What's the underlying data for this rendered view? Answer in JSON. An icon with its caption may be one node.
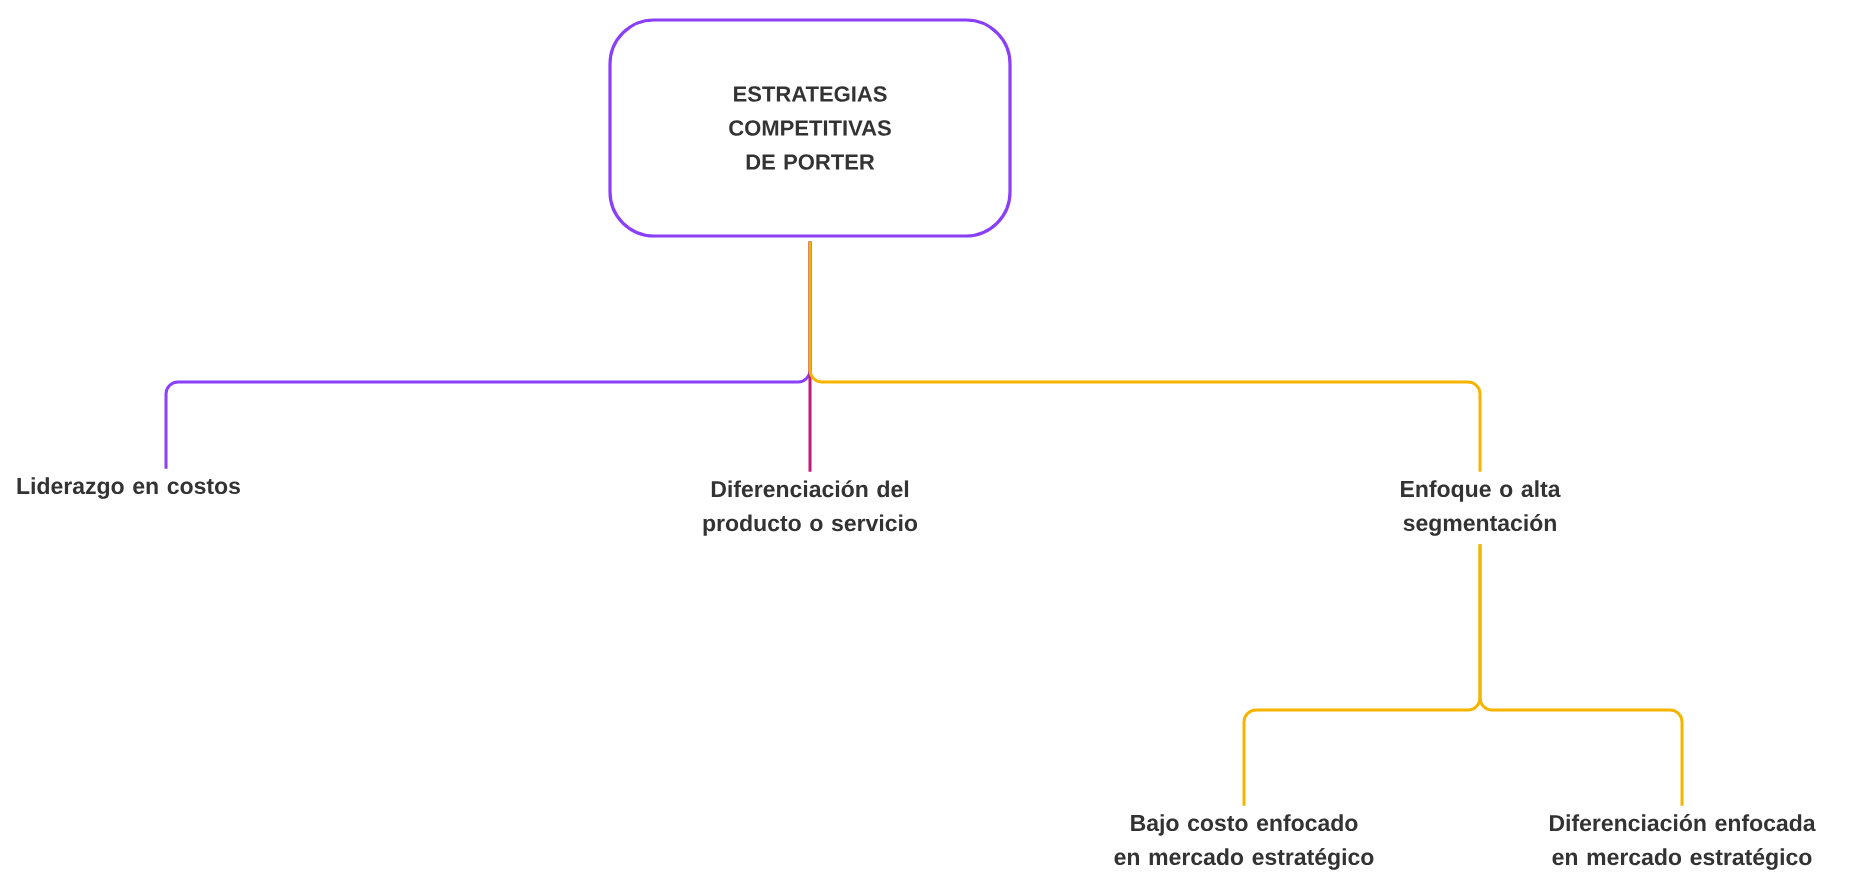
{
  "diagram": {
    "nodes": [
      {
        "text": [
          "ESTRATEGIAS COMPETITIVAS DE PORTER"
        ]
      },
      {
        "text": [
          "Liderazgo en costos"
        ]
      },
      {
        "text": [
          "Diferenciación del producto o servicio"
        ]
      },
      {
        "text": [
          "Enfoque o alta segmentación"
        ]
      },
      {
        "text": [
          "Bajo costo enfocado en mercado estratégico"
        ]
      },
      {
        "text": [
          "Diferenciación enfocada en mercado estratégico"
        ]
      }
    ],
    "edges": [
      {
        "from": 0,
        "to": 1,
        "arrow": "none",
        "color": "#8a3ffc"
      },
      {
        "from": 0,
        "to": 2,
        "arrow": "none",
        "color": "#c2187a"
      },
      {
        "from": 0,
        "to": 3,
        "arrow": "none"
      },
      {
        "from": 3,
        "to": 4,
        "arrow": "none"
      },
      {
        "from": 3,
        "to": 5,
        "arrow": "none"
      }
    ]
  }
}
